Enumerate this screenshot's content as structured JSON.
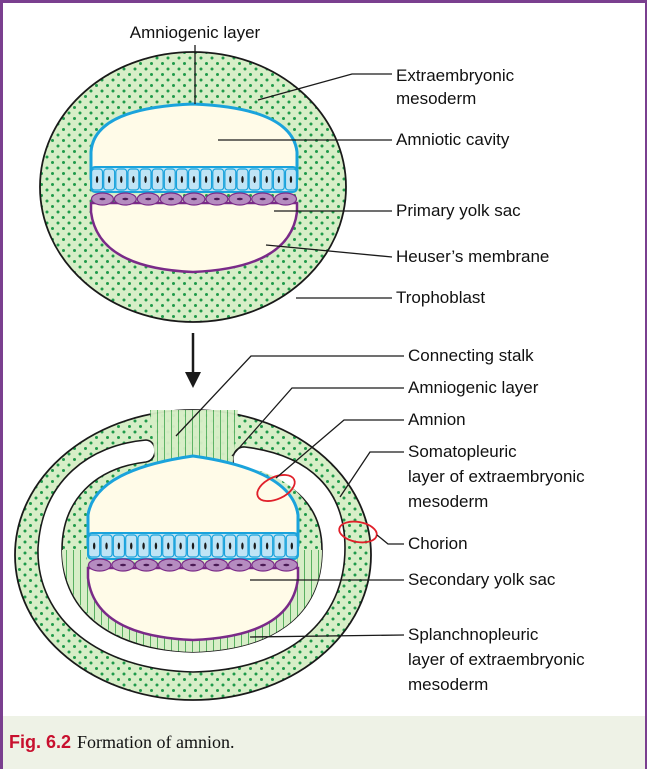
{
  "figure": {
    "labels": {
      "top": {
        "amniogenic_layer": "Amniogenic layer",
        "extraembryonic_mesoderm_1": "Extraembryonic",
        "extraembryonic_mesoderm_2": "mesoderm",
        "amniotic_cavity": "Amniotic cavity",
        "primary_yolk_sac": "Primary yolk sac",
        "heusers_membrane": "Heuser’s membrane",
        "trophoblast": "Trophoblast"
      },
      "bottom": {
        "connecting_stalk": "Connecting stalk",
        "amniogenic_layer": "Amniogenic layer",
        "amnion": "Amnion",
        "somatopleuric_1": "Somatopleuric",
        "somatopleuric_2": "layer of extraembryonic",
        "somatopleuric_3": "mesoderm",
        "chorion": "Chorion",
        "secondary_yolk_sac": "Secondary yolk sac",
        "splanchnopleuric_1": "Splanchnopleuric",
        "splanchnopleuric_2": "layer of extraembryonic",
        "splanchnopleuric_3": "mesoderm"
      }
    },
    "caption": {
      "number": "Fig. 6.2",
      "text": "Formation of amnion."
    },
    "colors": {
      "mesoderm_fill": "#d7eec7",
      "dots": "#1f9a4a",
      "amniogenic": "#1aa3dc",
      "cell_fill": "#bfe4f5",
      "hypoblast_fill": "#b58cc0",
      "yolk_outline": "#7a2a88",
      "cavity_fill": "#fffbe8",
      "marker": "#e0202a",
      "frame": "#7a3f8f",
      "caption_number": "#c8102e",
      "caption_bg": "#eef2e6"
    }
  }
}
